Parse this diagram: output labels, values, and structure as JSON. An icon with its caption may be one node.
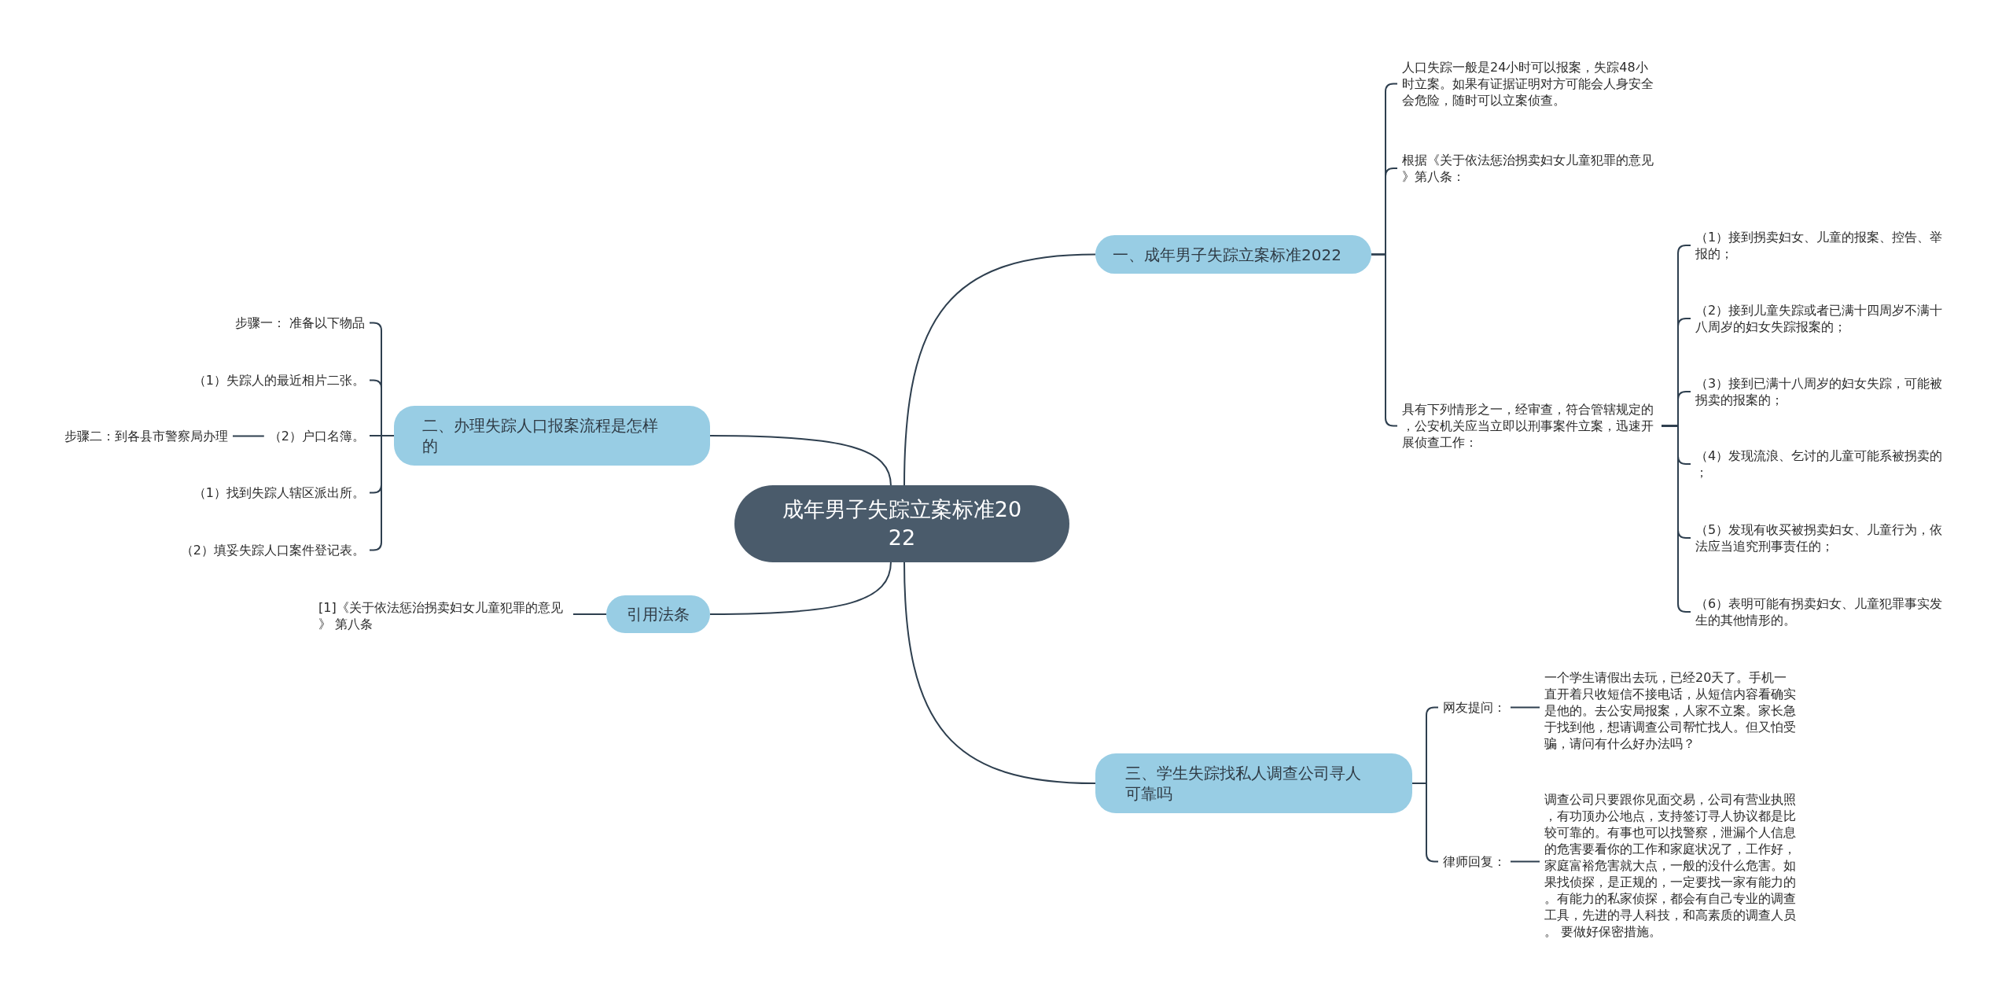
{
  "diagram": {
    "nodes": [
      {
        "text": [
          "成年男子失踪立案标准2022"
        ]
      },
      {
        "text": [
          "一、成年男子失踪立案标准2022"
        ]
      },
      {
        "text": [
          "人口失踪一般是24小时可以报案，失踪48小时立案。如果有证据证明对方可能会人身安全会危险，随时可以立案侦查。"
        ]
      },
      {
        "text": [
          "根据《关于依法惩治拐卖妇女儿童犯罪的意见》第八条："
        ]
      },
      {
        "text": [
          "具有下列情形之一，经审查，符合管辖规定的，公安机关应当立即以刑事案件立案，迅速开展侦查工作："
        ]
      },
      {
        "text": [
          "（1）接到拐卖妇女、儿童的报案、控告、举报的；"
        ]
      },
      {
        "text": [
          "（2）接到儿童失踪或者已满十四周岁不满十八周岁的妇女失踪报案的；"
        ]
      },
      {
        "text": [
          "（3）接到已满十八周岁的妇女失踪，可能被拐卖的报案的；"
        ]
      },
      {
        "text": [
          "（4）发现流浪、乞讨的儿童可能系被拐卖的；"
        ]
      },
      {
        "text": [
          "（5）发现有收买被拐卖妇女、儿童行为，依法应当追究刑事责任的；"
        ]
      },
      {
        "text": [
          "（6）表明可能有拐卖妇女、儿童犯罪事实发生的其他情形的。"
        ]
      },
      {
        "text": [
          "二、办理失踪人口报案流程是怎样的"
        ]
      },
      {
        "text": [
          "步骤一： 准备以下物品"
        ]
      },
      {
        "text": [
          "（1）失踪人的最近相片二张。"
        ]
      },
      {
        "text": [
          "（2）户口名簿。"
        ]
      },
      {
        "text": [
          "步骤二：到各县市警察局办理"
        ]
      },
      {
        "text": [
          "（1）找到失踪人辖区派出所。"
        ]
      },
      {
        "text": [
          "（2）填妥失踪人口案件登记表。"
        ]
      },
      {
        "text": [
          "引用法条"
        ]
      },
      {
        "text": [
          "[1]《关于依法惩治拐卖妇女儿童犯罪的意见》 第八条"
        ]
      },
      {
        "text": [
          "三、学生失踪找私人调查公司寻人可靠吗"
        ]
      },
      {
        "text": [
          "网友提问："
        ]
      },
      {
        "text": [
          "一个学生请假出去玩，已经20天了。手机一直开着只收短信不接电话，从短信内容看确实是他的。去公安局报案，人家不立案。家长急于找到他，想请调查公司帮忙找人。但又怕受骗，请问有什么好办法吗？"
        ]
      },
      {
        "text": [
          "律师回复："
        ]
      },
      {
        "text": [
          "调查公司只要跟你见面交易，公司有营业执照，有功顶办公地点，支持签订寻人协议都是比较可靠的。有事也可以找警察，泄漏个人信息的危害要看你的工作和家庭状况了，工作好，家庭富裕危害就大点，一般的没什么危害。如果找侦探，是正规的，一定要找一家有能力的。有能力的私家侦探，都会有自己专业的调查工具，先进的寻人科技，和高素质的调查人员。 要做好保密措施。"
        ]
      }
    ],
    "edges": [
      {
        "from": 0,
        "to": 1,
        "arrow": "none"
      },
      {
        "from": 1,
        "to": 2,
        "arrow": "none"
      },
      {
        "from": 1,
        "to": 3,
        "arrow": "none"
      },
      {
        "from": 1,
        "to": 4,
        "arrow": "none"
      },
      {
        "from": 4,
        "to": 5,
        "arrow": "none"
      },
      {
        "from": 4,
        "to": 6,
        "arrow": "none"
      },
      {
        "from": 4,
        "to": 7,
        "arrow": "none"
      },
      {
        "from": 4,
        "to": 8,
        "arrow": "none"
      },
      {
        "from": 4,
        "to": 9,
        "arrow": "none"
      },
      {
        "from": 4,
        "to": 10,
        "arrow": "none"
      },
      {
        "from": 0,
        "to": 11,
        "arrow": "none"
      },
      {
        "from": 11,
        "to": 12,
        "arrow": "none"
      },
      {
        "from": 11,
        "to": 13,
        "arrow": "none"
      },
      {
        "from": 11,
        "to": 14,
        "arrow": "none"
      },
      {
        "from": 14,
        "to": 15,
        "arrow": "none"
      },
      {
        "from": 11,
        "to": 16,
        "arrow": "none"
      },
      {
        "from": 11,
        "to": 17,
        "arrow": "none"
      },
      {
        "from": 0,
        "to": 18,
        "arrow": "none"
      },
      {
        "from": 18,
        "to": 19,
        "arrow": "none"
      },
      {
        "from": 0,
        "to": 20,
        "arrow": "none"
      },
      {
        "from": 20,
        "to": 21,
        "arrow": "none"
      },
      {
        "from": 21,
        "to": 22,
        "arrow": "none"
      },
      {
        "from": 20,
        "to": 23,
        "arrow": "none"
      },
      {
        "from": 23,
        "to": 24,
        "arrow": "none"
      }
    ]
  }
}
